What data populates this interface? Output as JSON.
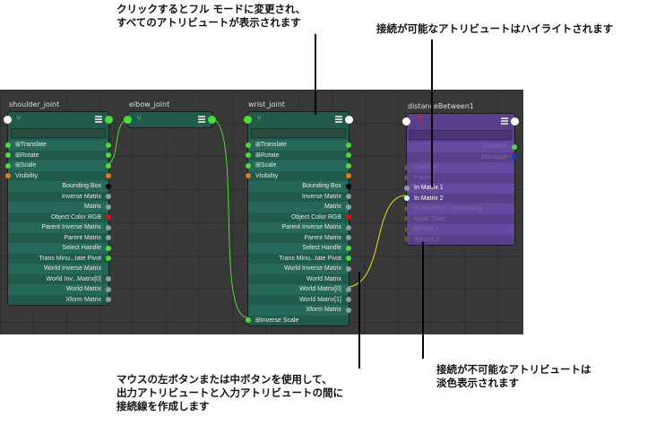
{
  "annotations": {
    "top_left": [
      "クリックするとフル モードに変更され、",
      "すべてのアトリビュートが表示されます"
    ],
    "top_right": "接続が可能なアトリビュートはハイライトされます",
    "bottom_left": [
      "マウスの左ボタンまたは中ボタンを使用して、",
      "出力アトリビュートと入力アトリビュートの間に",
      "接続線を作成します"
    ],
    "bottom_right": [
      "接続が不可能なアトリビュートは",
      "淡色表示されます"
    ]
  },
  "nodes": {
    "shoulder": {
      "title": "shoulder_joint",
      "rows": [
        {
          "label": "Translate",
          "align": "l",
          "in": "#4ddb3a",
          "out": "#4ddb3a",
          "exp": true
        },
        {
          "label": "Rotate",
          "align": "l",
          "in": "#4ddb3a",
          "out": "#4ddb3a",
          "exp": true
        },
        {
          "label": "Scale",
          "align": "l",
          "in": "#4ddb3a",
          "out": "#4ddb3a",
          "exp": true
        },
        {
          "label": "Visibility",
          "align": "l",
          "in": "#e07a1a",
          "out": "#e07a1a"
        },
        {
          "label": "Bounding Box",
          "align": "r",
          "out": "#000000"
        },
        {
          "label": "Inverse Matrix",
          "align": "r",
          "out": "#8aa0a0"
        },
        {
          "label": "Matrix",
          "align": "r",
          "out": "#8aa0a0"
        },
        {
          "label": "Object Color RGB",
          "align": "r",
          "out": "#e01010"
        },
        {
          "label": "Parent Inverse Matrix",
          "align": "r",
          "out": "#8aa0a0"
        },
        {
          "label": "Parent Matrix",
          "align": "r",
          "out": "#8aa0a0"
        },
        {
          "label": "Select Handle",
          "align": "r",
          "out": "#4ddb3a"
        },
        {
          "label": "Trans Minu...tate Pivot",
          "align": "r",
          "out": "#4ddb3a"
        },
        {
          "label": "World Inverse Matrix",
          "align": "r"
        },
        {
          "label": "World Inv...Matrix[0]",
          "align": "r",
          "out": "#8aa0a0"
        },
        {
          "label": "World Matrix",
          "align": "r",
          "out": "#8aa0a0"
        },
        {
          "label": "Xform Matrix",
          "align": "r",
          "out": "#8aa0a0"
        }
      ]
    },
    "elbow": {
      "title": "elbow_joint"
    },
    "wrist": {
      "title": "wrist_joint",
      "rows": [
        {
          "label": "Translate",
          "align": "l",
          "in": "#4ddb3a",
          "out": "#4ddb3a",
          "exp": true
        },
        {
          "label": "Rotate",
          "align": "l",
          "in": "#4ddb3a",
          "out": "#4ddb3a",
          "exp": true
        },
        {
          "label": "Scale",
          "align": "l",
          "in": "#4ddb3a",
          "out": "#4ddb3a",
          "exp": true
        },
        {
          "label": "Visibility",
          "align": "l",
          "in": "#e07a1a",
          "out": "#e07a1a"
        },
        {
          "label": "Bounding Box",
          "align": "r",
          "out": "#000000"
        },
        {
          "label": "Inverse Matrix",
          "align": "r",
          "out": "#8aa0a0"
        },
        {
          "label": "Matrix",
          "align": "r",
          "out": "#8aa0a0"
        },
        {
          "label": "Object Color RGB",
          "align": "r",
          "out": "#e01010"
        },
        {
          "label": "Parent Inverse Matrix",
          "align": "r",
          "out": "#8aa0a0"
        },
        {
          "label": "Parent Matrix",
          "align": "r",
          "out": "#8aa0a0"
        },
        {
          "label": "Select Handle",
          "align": "r",
          "out": "#4ddb3a"
        },
        {
          "label": "Trans Minu...tate Pivot",
          "align": "r",
          "out": "#4ddb3a"
        },
        {
          "label": "World Inverse Matrix",
          "align": "r",
          "out": "#8aa0a0"
        },
        {
          "label": "World Matrix",
          "align": "r"
        },
        {
          "label": "World Matrix[0]",
          "align": "r",
          "out": "#8aa0a0"
        },
        {
          "label": "World Matrix[1]",
          "align": "r",
          "out": "#8aa0a0"
        },
        {
          "label": "Xform Matrix",
          "align": "r",
          "out": "#8aa0a0"
        },
        {
          "label": "Inverse Scale",
          "align": "l",
          "in": "#4ddb3a",
          "exp": true
        }
      ]
    },
    "distance": {
      "title": "distanceBetween1",
      "rows": [
        {
          "label": "Distance",
          "align": "r",
          "out": "#4ddb3a",
          "state": "dim"
        },
        {
          "label": "Message",
          "align": "r",
          "out": "#1a3ad0",
          "state": "dim"
        },
        {
          "label": "Caching",
          "align": "l",
          "in": "#555555",
          "state": "dim"
        },
        {
          "label": "Frozen",
          "align": "l",
          "in": "#555555",
          "state": "dim"
        },
        {
          "label": "In Matrix 1",
          "align": "l",
          "in": "#8aa0a0",
          "state": "hi"
        },
        {
          "label": "In Matrix 2",
          "align": "l",
          "in": "#c8ffff",
          "state": "hi"
        },
        {
          "label": "Is Historica... Interesting",
          "align": "l",
          "in": "#555555",
          "state": "dim"
        },
        {
          "label": "Node State",
          "align": "l",
          "in": "#555555",
          "state": "dim"
        },
        {
          "label": "Point 1",
          "align": "l",
          "in": "#555555",
          "state": "dim",
          "exp": true
        },
        {
          "label": "Point 2",
          "align": "l",
          "in": "#555555",
          "state": "dim",
          "exp": true
        }
      ]
    }
  }
}
